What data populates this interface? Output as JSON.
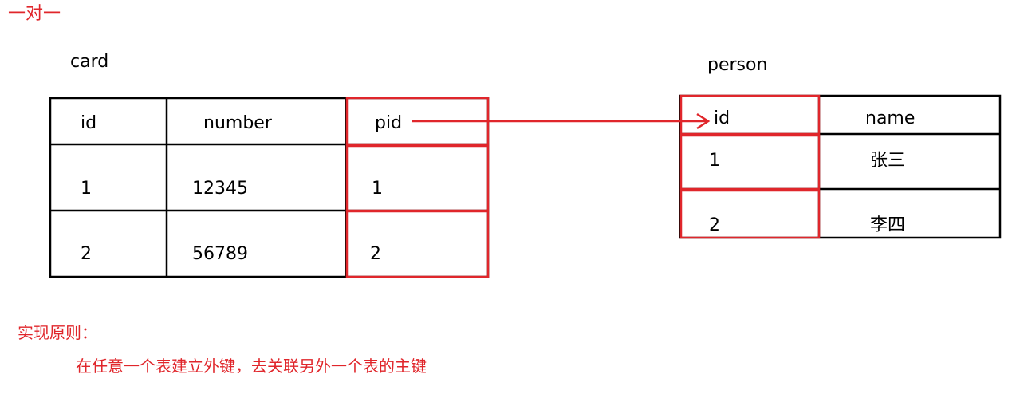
{
  "title": "一对一",
  "card": {
    "name": "card",
    "headers": [
      "id",
      "number",
      "pid"
    ],
    "rows": [
      [
        "1",
        "12345",
        "1"
      ],
      [
        "2",
        "56789",
        "2"
      ]
    ]
  },
  "person": {
    "name": "person",
    "headers": [
      "id",
      "name"
    ],
    "rows": [
      [
        "1",
        "张三"
      ],
      [
        "2",
        "李四"
      ]
    ]
  },
  "notes": {
    "heading": "实现原则：",
    "body": "在任意一个表建立外键，去关联另外一个表的主键"
  },
  "colors": {
    "accent": "#e0262b",
    "border": "#000000"
  }
}
